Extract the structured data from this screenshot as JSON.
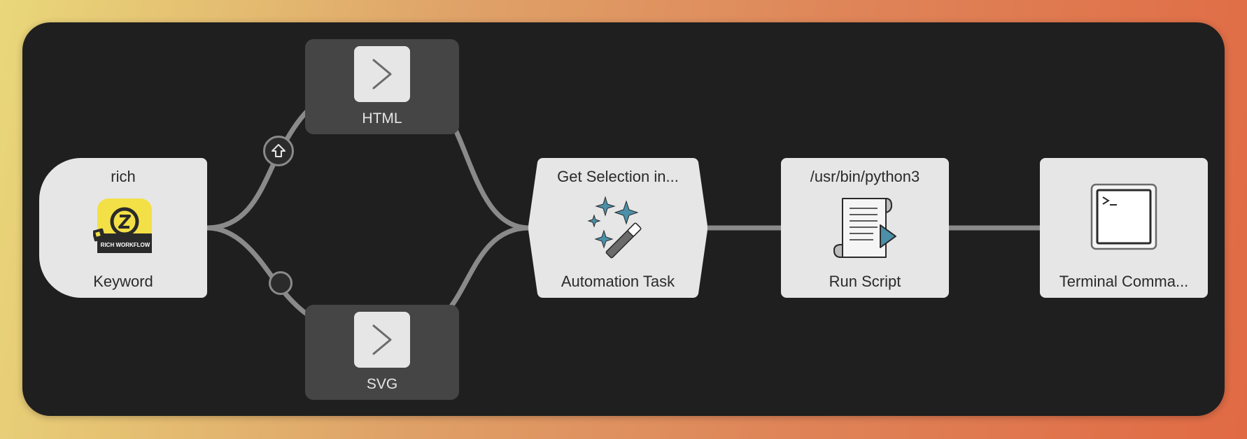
{
  "workflow": {
    "colors": {
      "background": "#1f1f1f",
      "node": "#e6e6e6",
      "connection": "#8a8a8a",
      "accent": "#4b8fa8"
    },
    "nodes": {
      "keyword": {
        "title": "rich",
        "label": "Keyword",
        "icon": "rich-workflow-icon",
        "badge_text": "RICH WORKFLOW"
      },
      "automation": {
        "title": "Get Selection in...",
        "label": "Automation Task",
        "icon": "magic-wand-icon"
      },
      "run_script": {
        "title": "/usr/bin/python3",
        "label": "Run Script",
        "icon": "script-icon"
      },
      "terminal": {
        "title": "",
        "label": "Terminal Comma...",
        "icon": "terminal-icon"
      }
    },
    "branches": [
      {
        "label": "HTML",
        "icon": "chevron-right-icon",
        "modifier": "shift-icon"
      },
      {
        "label": "SVG",
        "icon": "chevron-right-icon",
        "modifier": ""
      }
    ]
  }
}
